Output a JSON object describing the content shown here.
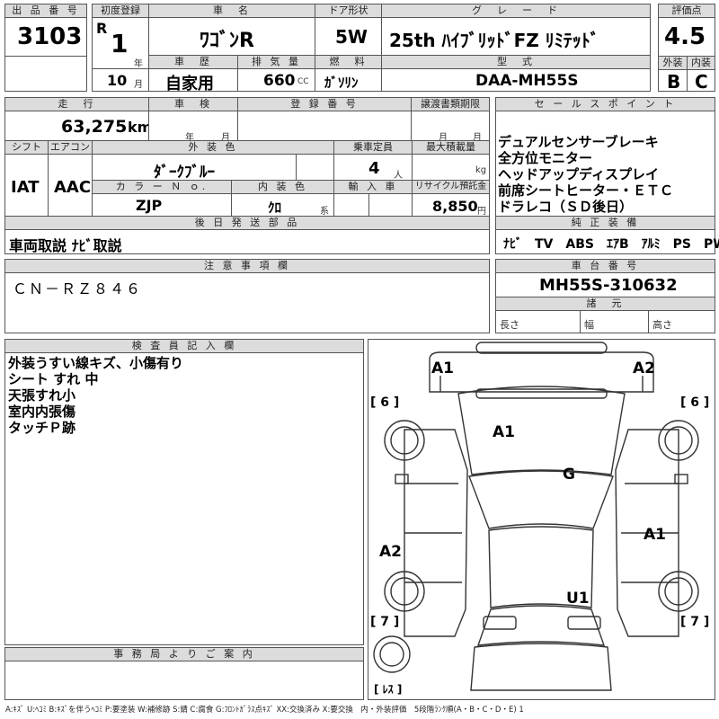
{
  "labels": {
    "lot_no": "出 品 番 号",
    "first_reg": "初度登録",
    "car_name": "車　名",
    "door": "ドア形状",
    "grade": "グ　レ　ー　ド",
    "score": "評価点",
    "history": "車　歴",
    "displacement": "排 気 量",
    "fuel": "燃　料",
    "model_code": "型　式",
    "exterior": "外装",
    "interior": "内装",
    "mileage": "走　行",
    "inspection": "車　検",
    "reg_no": "登 録 番 号",
    "transfer_deadline": "譲渡書類期限",
    "sales_point": "セ ー ル ス ポ イ ン ト",
    "shift": "シフト",
    "aircon": "エアコン",
    "ext_color": "外 装 色",
    "capacity": "乗車定員",
    "max_load": "最大積載量",
    "color_no": "カ ラ ー Ｎ ｏ.",
    "int_color": "内 装 色",
    "import": "輸 入 車",
    "recycle": "リサイクル預託金",
    "later_parts": "後 日 発 送 部 品",
    "std_equipment": "純 正 装 備",
    "notes": "注 意 事 項 欄",
    "chassis_no": "車 台 番 号",
    "specs": "諸　元",
    "length": "長さ",
    "width": "幅",
    "height": "高さ",
    "inspector": "検 査 員 記 入 欄",
    "office": "事 務 局 よ り ご 案 内"
  },
  "units": {
    "year": "年",
    "month": "月",
    "cc": "CC",
    "km": "km",
    "person": "人",
    "kg": "kg",
    "kei": "系",
    "yen": "円"
  },
  "values": {
    "lot_no": "3103",
    "era": "R",
    "reg_year": "1",
    "reg_month": "10",
    "car_name": "ﾜｺﾞﾝR",
    "door": "5W",
    "grade": "25th ﾊｲﾌﾞﾘｯﾄﾞFZ ﾘﾐﾃｯﾄﾞ",
    "score": "4.5",
    "history": "自家用",
    "displacement": "660",
    "fuel": "ｶﾞｿﾘﾝ",
    "model_code": "DAA-MH55S",
    "ext_grade": "B",
    "int_grade": "C",
    "mileage": "63,275",
    "shift": "IAT",
    "aircon": "AAC",
    "ext_color": "ﾀﾞｰｸﾌﾞﾙｰ",
    "capacity": "4",
    "color_no": "ZJP",
    "int_color": "ｸﾛ",
    "recycle": "8,850",
    "later_parts": "車両取説 ﾅﾋﾞ取説",
    "notes": "ＣＮ－ＲＺ８４６",
    "chassis_no": "MH55S-310632",
    "std_equipment": "ﾅﾋﾞ　TV　ABS　ｴｱB　ｱﾙﾐ　PS　PW"
  },
  "sales_points": [
    "デュアルセンサーブレーキ",
    "全方位モニター",
    "ヘッドアップディスプレイ",
    "前席シートヒーター・ＥＴＣ",
    "ドラレコ（ＳＤ後日）"
  ],
  "inspector_notes": [
    "外装うすい線キズ、小傷有り",
    "シート すれ 中",
    "天張すれ小",
    "室内内張傷",
    "タッチＰ跡"
  ],
  "diagram": {
    "marks": [
      "A1",
      "A2",
      "A1",
      "G",
      "A2",
      "A1",
      "U1"
    ],
    "tire_labels": [
      "[ 6 ]",
      "[ 6 ]",
      "[ 7 ]",
      "[ 7 ]"
    ],
    "spare_label": "[ ﾚｽ ]"
  },
  "legend": "A:ｷｽﾞ U:ﾍｺﾐ B:ｷｽﾞを伴うﾍｺﾐ P:要塗装 W:補修跡 S:錆 C:腐食 G:ﾌﾛﾝﾄｶﾞﾗｽ点ｷｽﾞ XX:交換済み X:要交換　内・外装評価　5段階ﾗﾝｸ順(A・B・C・D・E) 1"
}
